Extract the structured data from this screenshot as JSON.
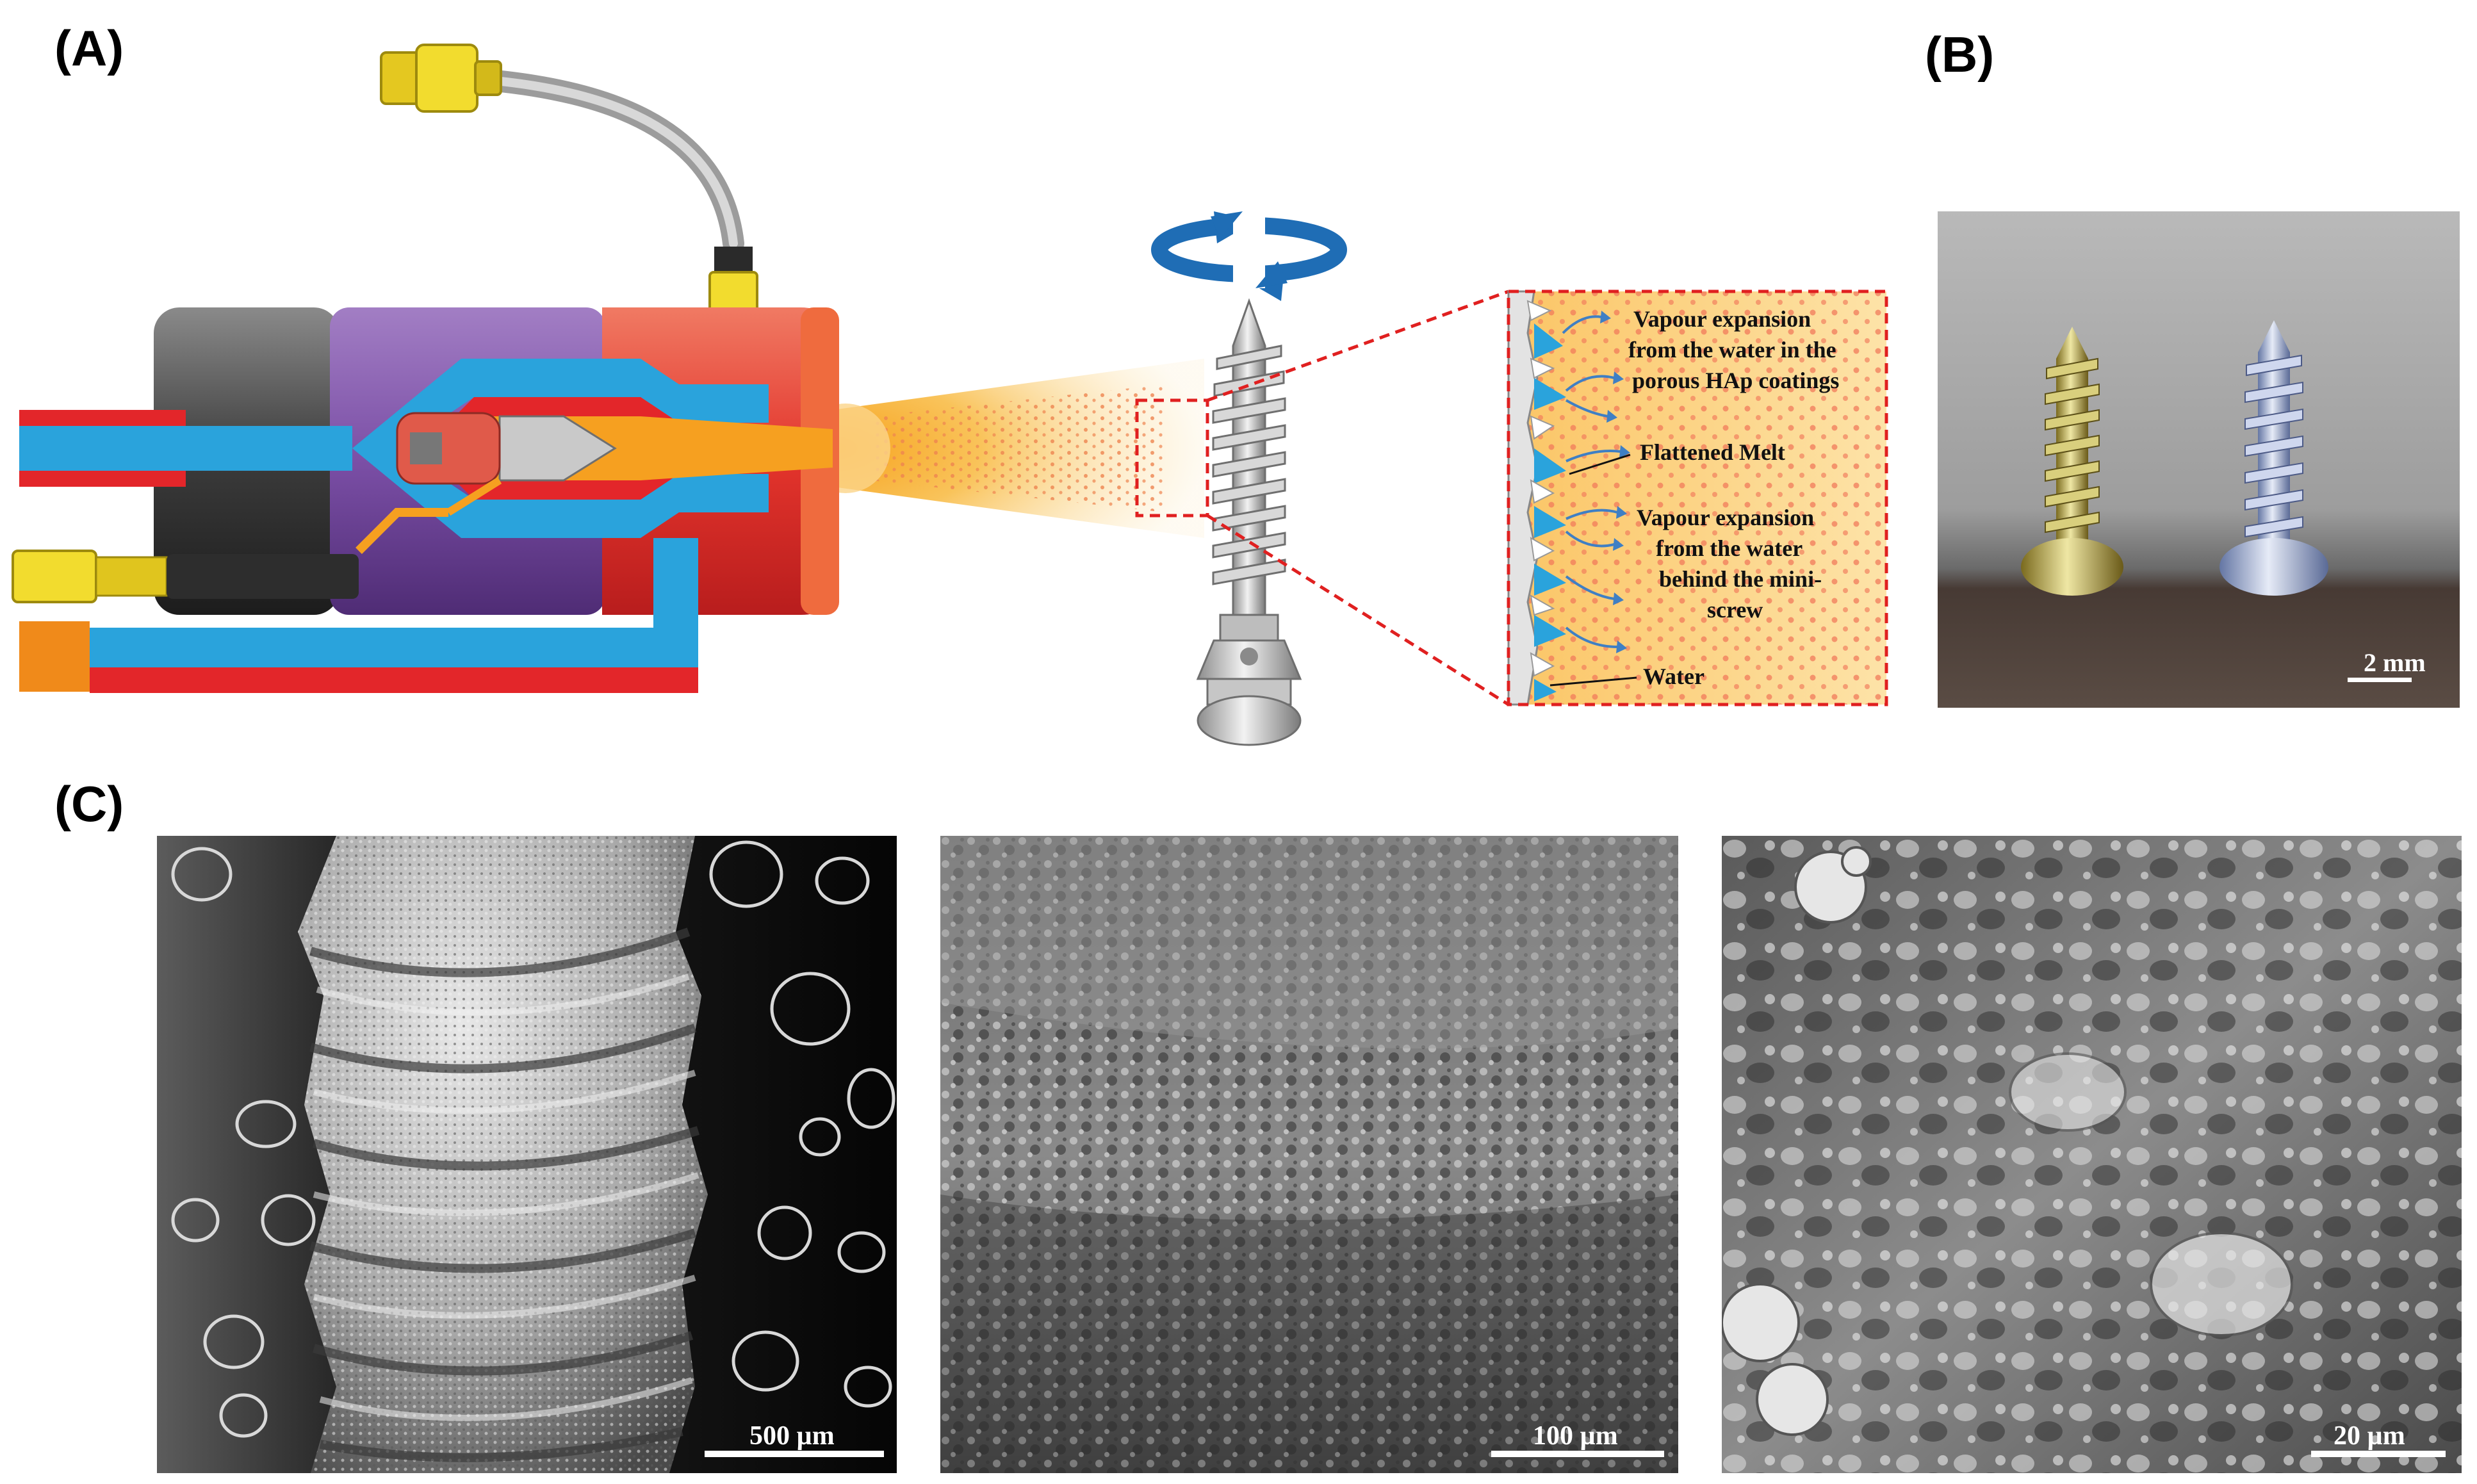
{
  "panels": {
    "a": "(A)",
    "b": "(B)",
    "c": "(C)"
  },
  "zoom_labels": {
    "vapour1_line1": "Vapour expansion",
    "vapour1_line2": "from the water in the",
    "vapour1_line3": "porous HAp coatings",
    "flattened": "Flattened Melt",
    "vapour2_line1": "Vapour expansion",
    "vapour2_line2": "from the water",
    "vapour2_line3": "behind the mini-",
    "vapour2_line4": "screw",
    "water": "Water"
  },
  "scale_bars": {
    "photo": "2 mm",
    "sem1": "500 µm",
    "sem2": "100 µm",
    "sem3": "20 µm"
  },
  "colors": {
    "water_blue": "#2aa3dc",
    "torch_red": "#e3262a",
    "plume_orange": "#f6a020",
    "rotation_arrow": "#1f6db5",
    "zoom_box": "#e02020"
  }
}
